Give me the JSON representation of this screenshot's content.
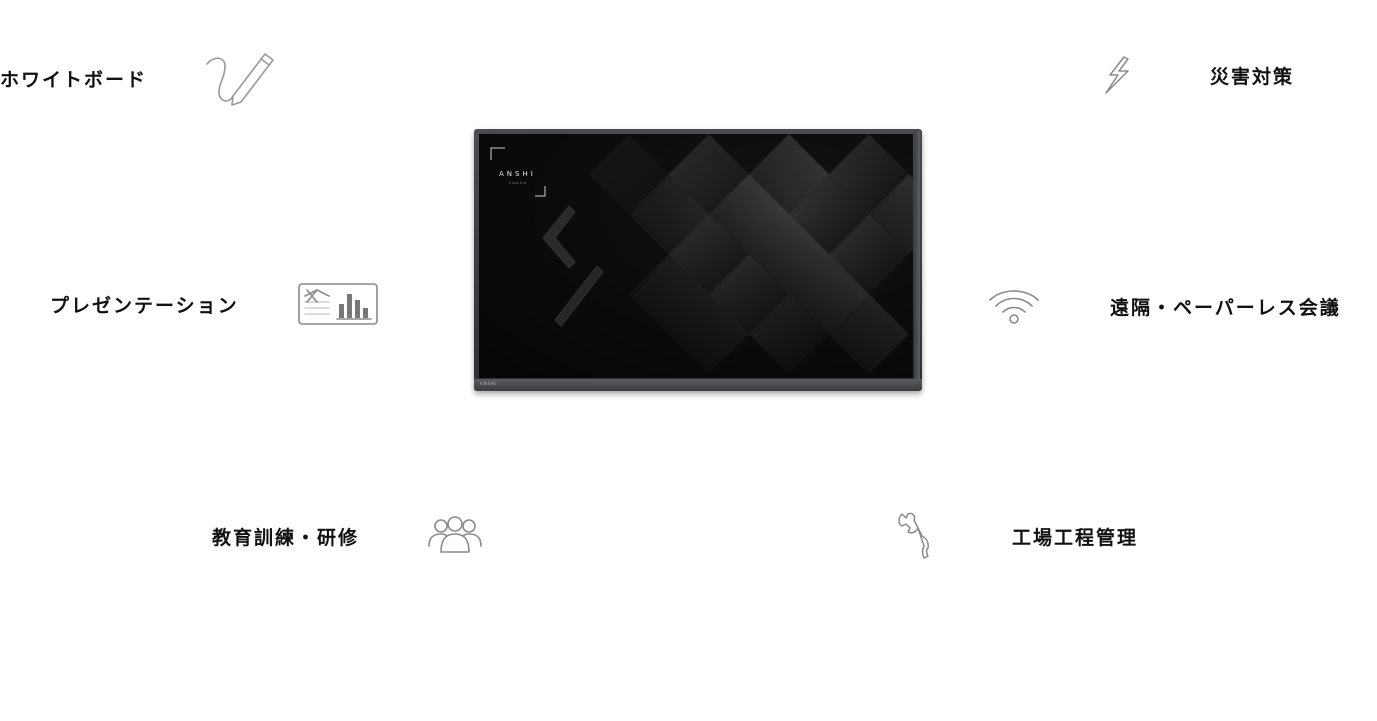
{
  "features": {
    "whiteboard": {
      "label": "ホワイトボード",
      "icon": "pen-icon"
    },
    "presentation": {
      "label": "プレゼンテーション",
      "icon": "presentation-chart-icon"
    },
    "education": {
      "label": "教育訓練・研修",
      "icon": "group-people-icon"
    },
    "disaster": {
      "label": "災害対策",
      "icon": "lightning-icon"
    },
    "remote": {
      "label": "遠隔・ペーパーレス会議",
      "icon": "wifi-icon"
    },
    "factory": {
      "label": "工場工程管理",
      "icon": "wrench-icon"
    }
  },
  "monitor": {
    "brand": "ANSHI",
    "sub": "TOUCH",
    "bezel_brand": "ANSHI"
  }
}
